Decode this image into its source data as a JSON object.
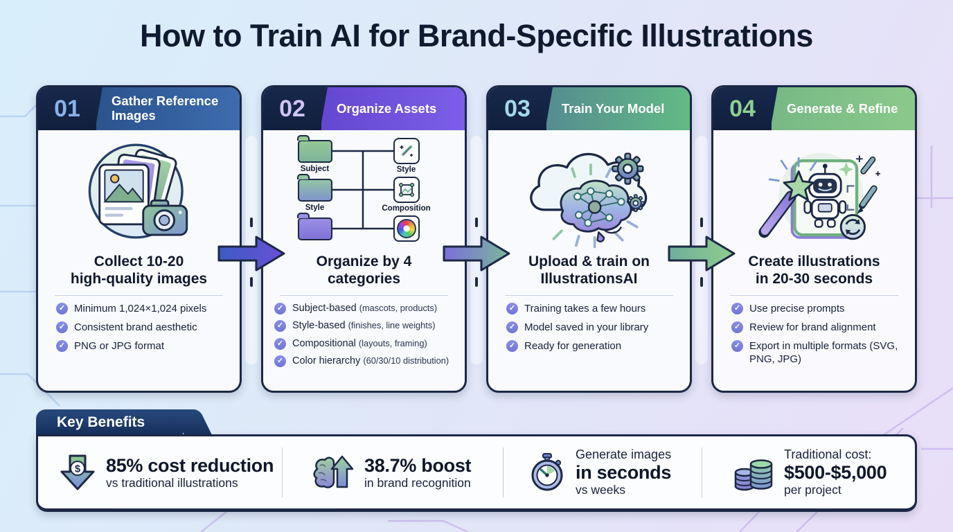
{
  "title": "How to Train AI for Brand-Specific Illustrations",
  "steps": [
    {
      "number": "01",
      "title": "Gather Reference Images",
      "heading_lines": [
        "Collect 10-20",
        "high-quality images"
      ],
      "items": [
        {
          "label": "Minimum 1,024×1,024 pixels"
        },
        {
          "label": "Consistent brand aesthetic"
        },
        {
          "label": "PNG or JPG format"
        }
      ]
    },
    {
      "number": "02",
      "title": "Organize Assets",
      "heading_lines": [
        "Organize by 4",
        "categories"
      ],
      "diagram": {
        "folder_labels": [
          "Subject",
          "Style"
        ],
        "tile_labels": [
          "Style",
          "Composition"
        ]
      },
      "items": [
        {
          "label": "Subject-based",
          "detail": "(mascots, products)"
        },
        {
          "label": "Style-based",
          "detail": "(finishes, line weights)"
        },
        {
          "label": "Compositional",
          "detail": "(layouts, framing)"
        },
        {
          "label": "Color hierarchy",
          "detail": "(60/30/10 distribution)"
        }
      ]
    },
    {
      "number": "03",
      "title": "Train Your Model",
      "heading_lines": [
        "Upload & train on",
        "IllustrationsAI"
      ],
      "items": [
        {
          "label": "Training takes a few hours"
        },
        {
          "label": "Model saved in your library"
        },
        {
          "label": "Ready for generation"
        }
      ]
    },
    {
      "number": "04",
      "title": "Generate & Refine",
      "heading_lines": [
        "Create illustrations",
        "in 20-30 seconds"
      ],
      "items": [
        {
          "label": "Use precise prompts"
        },
        {
          "label": "Review for brand alignment"
        },
        {
          "label": "Export in multiple formats",
          "detail": "(SVG, PNG, JPG)"
        }
      ]
    }
  ],
  "benefits": {
    "tab_label": "Key Benefits",
    "items": [
      {
        "icon": "cost-reduction-arrow",
        "symbol": "$",
        "big": "85% cost reduction",
        "bottom": "vs traditional illustrations"
      },
      {
        "icon": "brand-boost-brain",
        "big": "38.7% boost",
        "bottom": "in brand recognition"
      },
      {
        "icon": "speed-stopwatch",
        "top": "Generate images",
        "big": "in seconds",
        "bottom": "vs weeks"
      },
      {
        "icon": "traditional-cost-coins",
        "top": "Traditional cost:",
        "big": "$500-$5,000",
        "bottom": "per project"
      }
    ]
  },
  "colors": {
    "navy_outline": "#1c2845",
    "step1_blue": "#3d6cae",
    "step2_purple": "#6a4fd8",
    "step3_teal_green": "#62ba84",
    "step4_green": "#84c287",
    "check_purple": "#7b82dd",
    "background_left": "#d8eefb",
    "background_right": "#e9def8"
  }
}
